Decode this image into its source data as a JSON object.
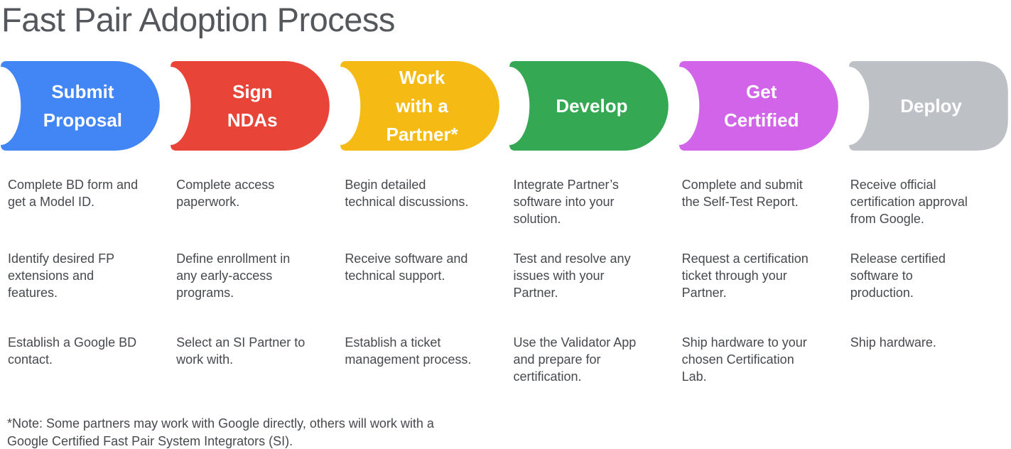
{
  "title": "Fast Pair Adoption Process",
  "colors": {
    "background": "#FFFFFF",
    "title_text": "#54575B",
    "body_text": "#46494E",
    "stage_label_text": "#FFFFFF",
    "stage_blue": "#4285F4",
    "stage_red": "#E84538",
    "stage_yellow": "#F6BA15",
    "stage_green": "#34A853",
    "stage_magenta": "#D264EA",
    "stage_gray": "#BDC1C6"
  },
  "stages": [
    {
      "label": "Submit\nProposal",
      "color": "#4285F4",
      "steps": [
        "Complete BD form and\nget a Model ID.",
        "Identify desired FP\nextensions and\nfeatures.",
        "Establish a Google BD\ncontact."
      ]
    },
    {
      "label": "Sign\nNDAs",
      "color": "#E84538",
      "steps": [
        "Complete access\npaperwork.",
        "Define enrollment in\nany early-access\nprograms.",
        "Select an SI Partner to\nwork with."
      ]
    },
    {
      "label": "Work\nwith a\nPartner*",
      "color": "#F6BA15",
      "steps": [
        "Begin detailed\ntechnical discussions.",
        "Receive software and\ntechnical support.",
        "Establish a ticket\nmanagement process."
      ]
    },
    {
      "label": "Develop",
      "color": "#34A853",
      "steps": [
        "Integrate Partner’s\nsoftware into your\nsolution.",
        "Test and resolve any\nissues with your\nPartner.",
        "Use the Validator App\nand prepare for\ncertification."
      ]
    },
    {
      "label": "Get\nCertified",
      "color": "#D264EA",
      "steps": [
        "Complete and submit\nthe Self-Test Report.",
        "Request a certification\nticket through your\nPartner.",
        "Ship hardware to your\nchosen Certification\nLab."
      ]
    },
    {
      "label": "Deploy",
      "color": "#BDC1C6",
      "steps": [
        "Receive official\ncertification approval\nfrom Google.",
        "Release certified\nsoftware to\nproduction.",
        "Ship hardware."
      ]
    }
  ],
  "footnote": "*Note: Some partners may work with Google directly, others will work with a\nGoogle Certified Fast Pair System Integrators (SI)."
}
